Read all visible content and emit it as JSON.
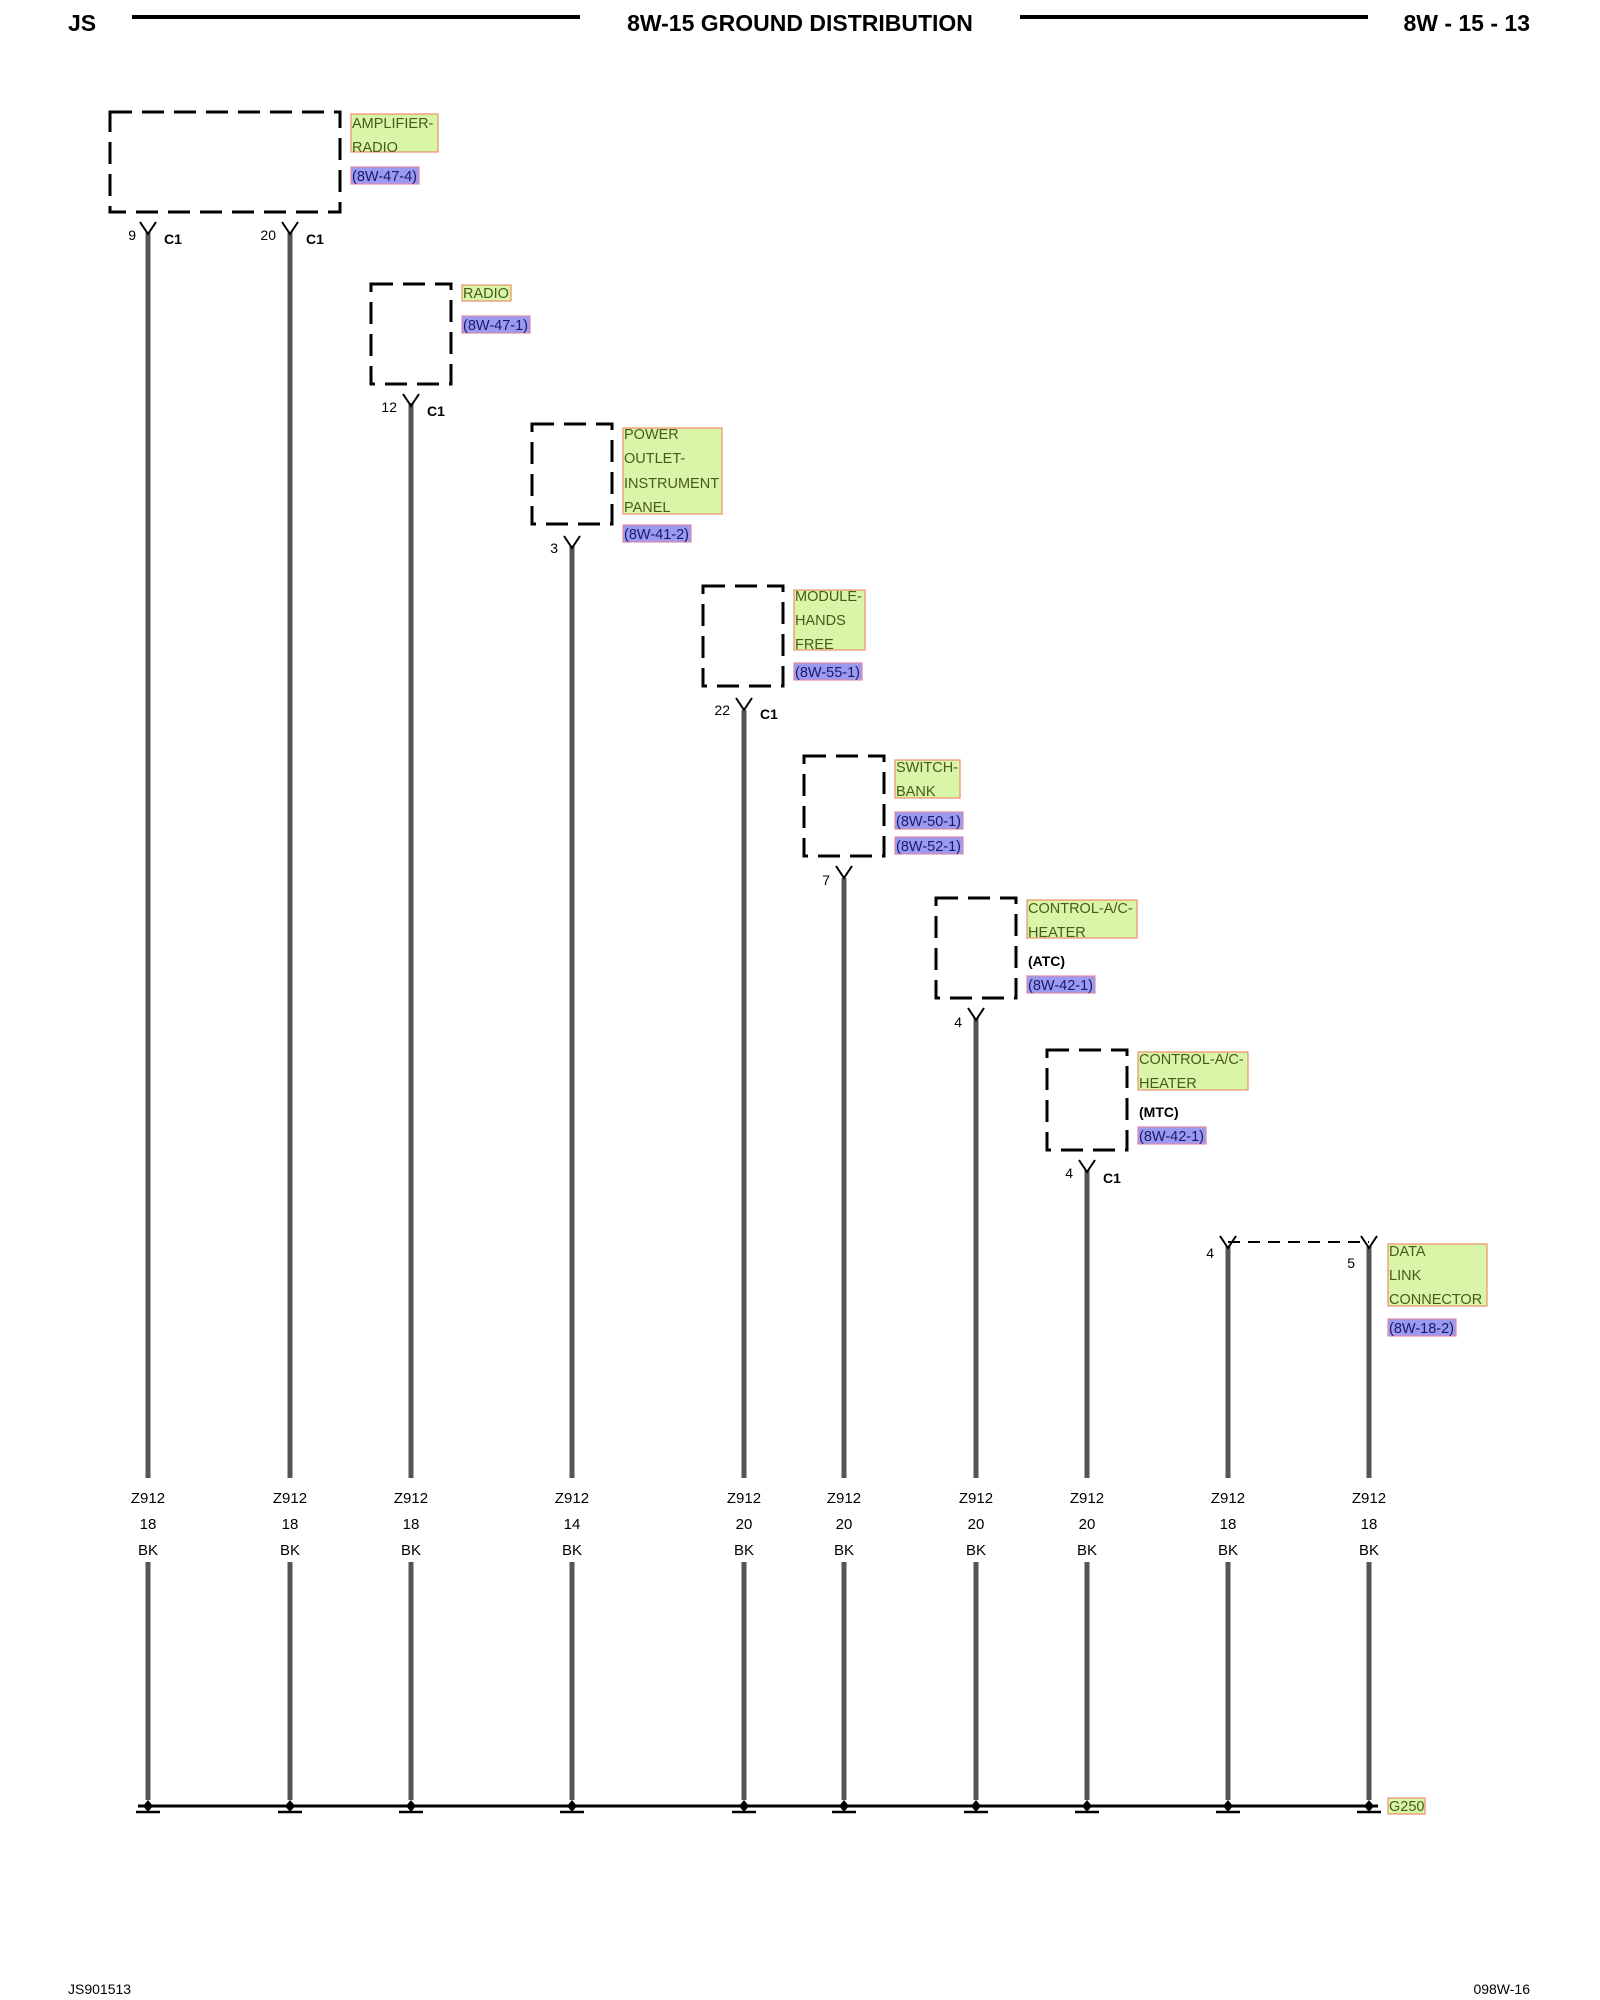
{
  "header": {
    "left": "JS",
    "title": "8W-15 GROUND DISTRIBUTION",
    "page": "8W - 15 - 13"
  },
  "footer": {
    "left": "JS901513",
    "right": "098W-16"
  },
  "colors": {
    "wire": "#555555",
    "name_fill": "#d8f5a8",
    "name_border": "#e8906a",
    "ref_fill": "#9a9af0",
    "ref_border": "#e08aa8",
    "name_text": "#4a5a1a",
    "ref_text": "#1a1a6a"
  },
  "components": [
    {
      "name_lines": [
        "AMPLIFIER-",
        "RADIO"
      ],
      "qualifier": "",
      "refs": [
        "(8W-47-4)"
      ]
    },
    {
      "name_lines": [
        "RADIO"
      ],
      "qualifier": "",
      "refs": [
        "(8W-47-1)"
      ]
    },
    {
      "name_lines": [
        "POWER",
        "OUTLET-",
        "INSTRUMENT",
        "PANEL"
      ],
      "qualifier": "",
      "refs": [
        "(8W-41-2)"
      ]
    },
    {
      "name_lines": [
        "MODULE-",
        "HANDS",
        "FREE"
      ],
      "qualifier": "",
      "refs": [
        "(8W-55-1)"
      ]
    },
    {
      "name_lines": [
        "SWITCH-",
        "BANK"
      ],
      "qualifier": "",
      "refs": [
        "(8W-50-1)",
        "(8W-52-1)"
      ]
    },
    {
      "name_lines": [
        "CONTROL-A/C-",
        "HEATER"
      ],
      "qualifier": "(ATC)",
      "refs": [
        "(8W-42-1)"
      ]
    },
    {
      "name_lines": [
        "CONTROL-A/C-",
        "HEATER"
      ],
      "qualifier": "(MTC)",
      "refs": [
        "(8W-42-1)"
      ]
    },
    {
      "name_lines": [
        "DATA",
        "LINK",
        "CONNECTOR"
      ],
      "qualifier": "",
      "refs": [
        "(8W-18-2)"
      ]
    }
  ],
  "pins": [
    {
      "pin": "9",
      "connector": "C1"
    },
    {
      "pin": "20",
      "connector": "C1"
    },
    {
      "pin": "12",
      "connector": "C1"
    },
    {
      "pin": "3",
      "connector": ""
    },
    {
      "pin": "22",
      "connector": "C1"
    },
    {
      "pin": "7",
      "connector": ""
    },
    {
      "pin": "4",
      "connector": ""
    },
    {
      "pin": "4",
      "connector": "C1"
    },
    {
      "pin": "4",
      "connector": ""
    },
    {
      "pin": "5",
      "connector": ""
    }
  ],
  "wires": [
    {
      "circuit": "Z912",
      "gauge": "18",
      "color": "BK"
    },
    {
      "circuit": "Z912",
      "gauge": "18",
      "color": "BK"
    },
    {
      "circuit": "Z912",
      "gauge": "18",
      "color": "BK"
    },
    {
      "circuit": "Z912",
      "gauge": "14",
      "color": "BK"
    },
    {
      "circuit": "Z912",
      "gauge": "20",
      "color": "BK"
    },
    {
      "circuit": "Z912",
      "gauge": "20",
      "color": "BK"
    },
    {
      "circuit": "Z912",
      "gauge": "20",
      "color": "BK"
    },
    {
      "circuit": "Z912",
      "gauge": "20",
      "color": "BK"
    },
    {
      "circuit": "Z912",
      "gauge": "18",
      "color": "BK"
    },
    {
      "circuit": "Z912",
      "gauge": "18",
      "color": "BK"
    }
  ],
  "ground": {
    "label": "G250"
  }
}
